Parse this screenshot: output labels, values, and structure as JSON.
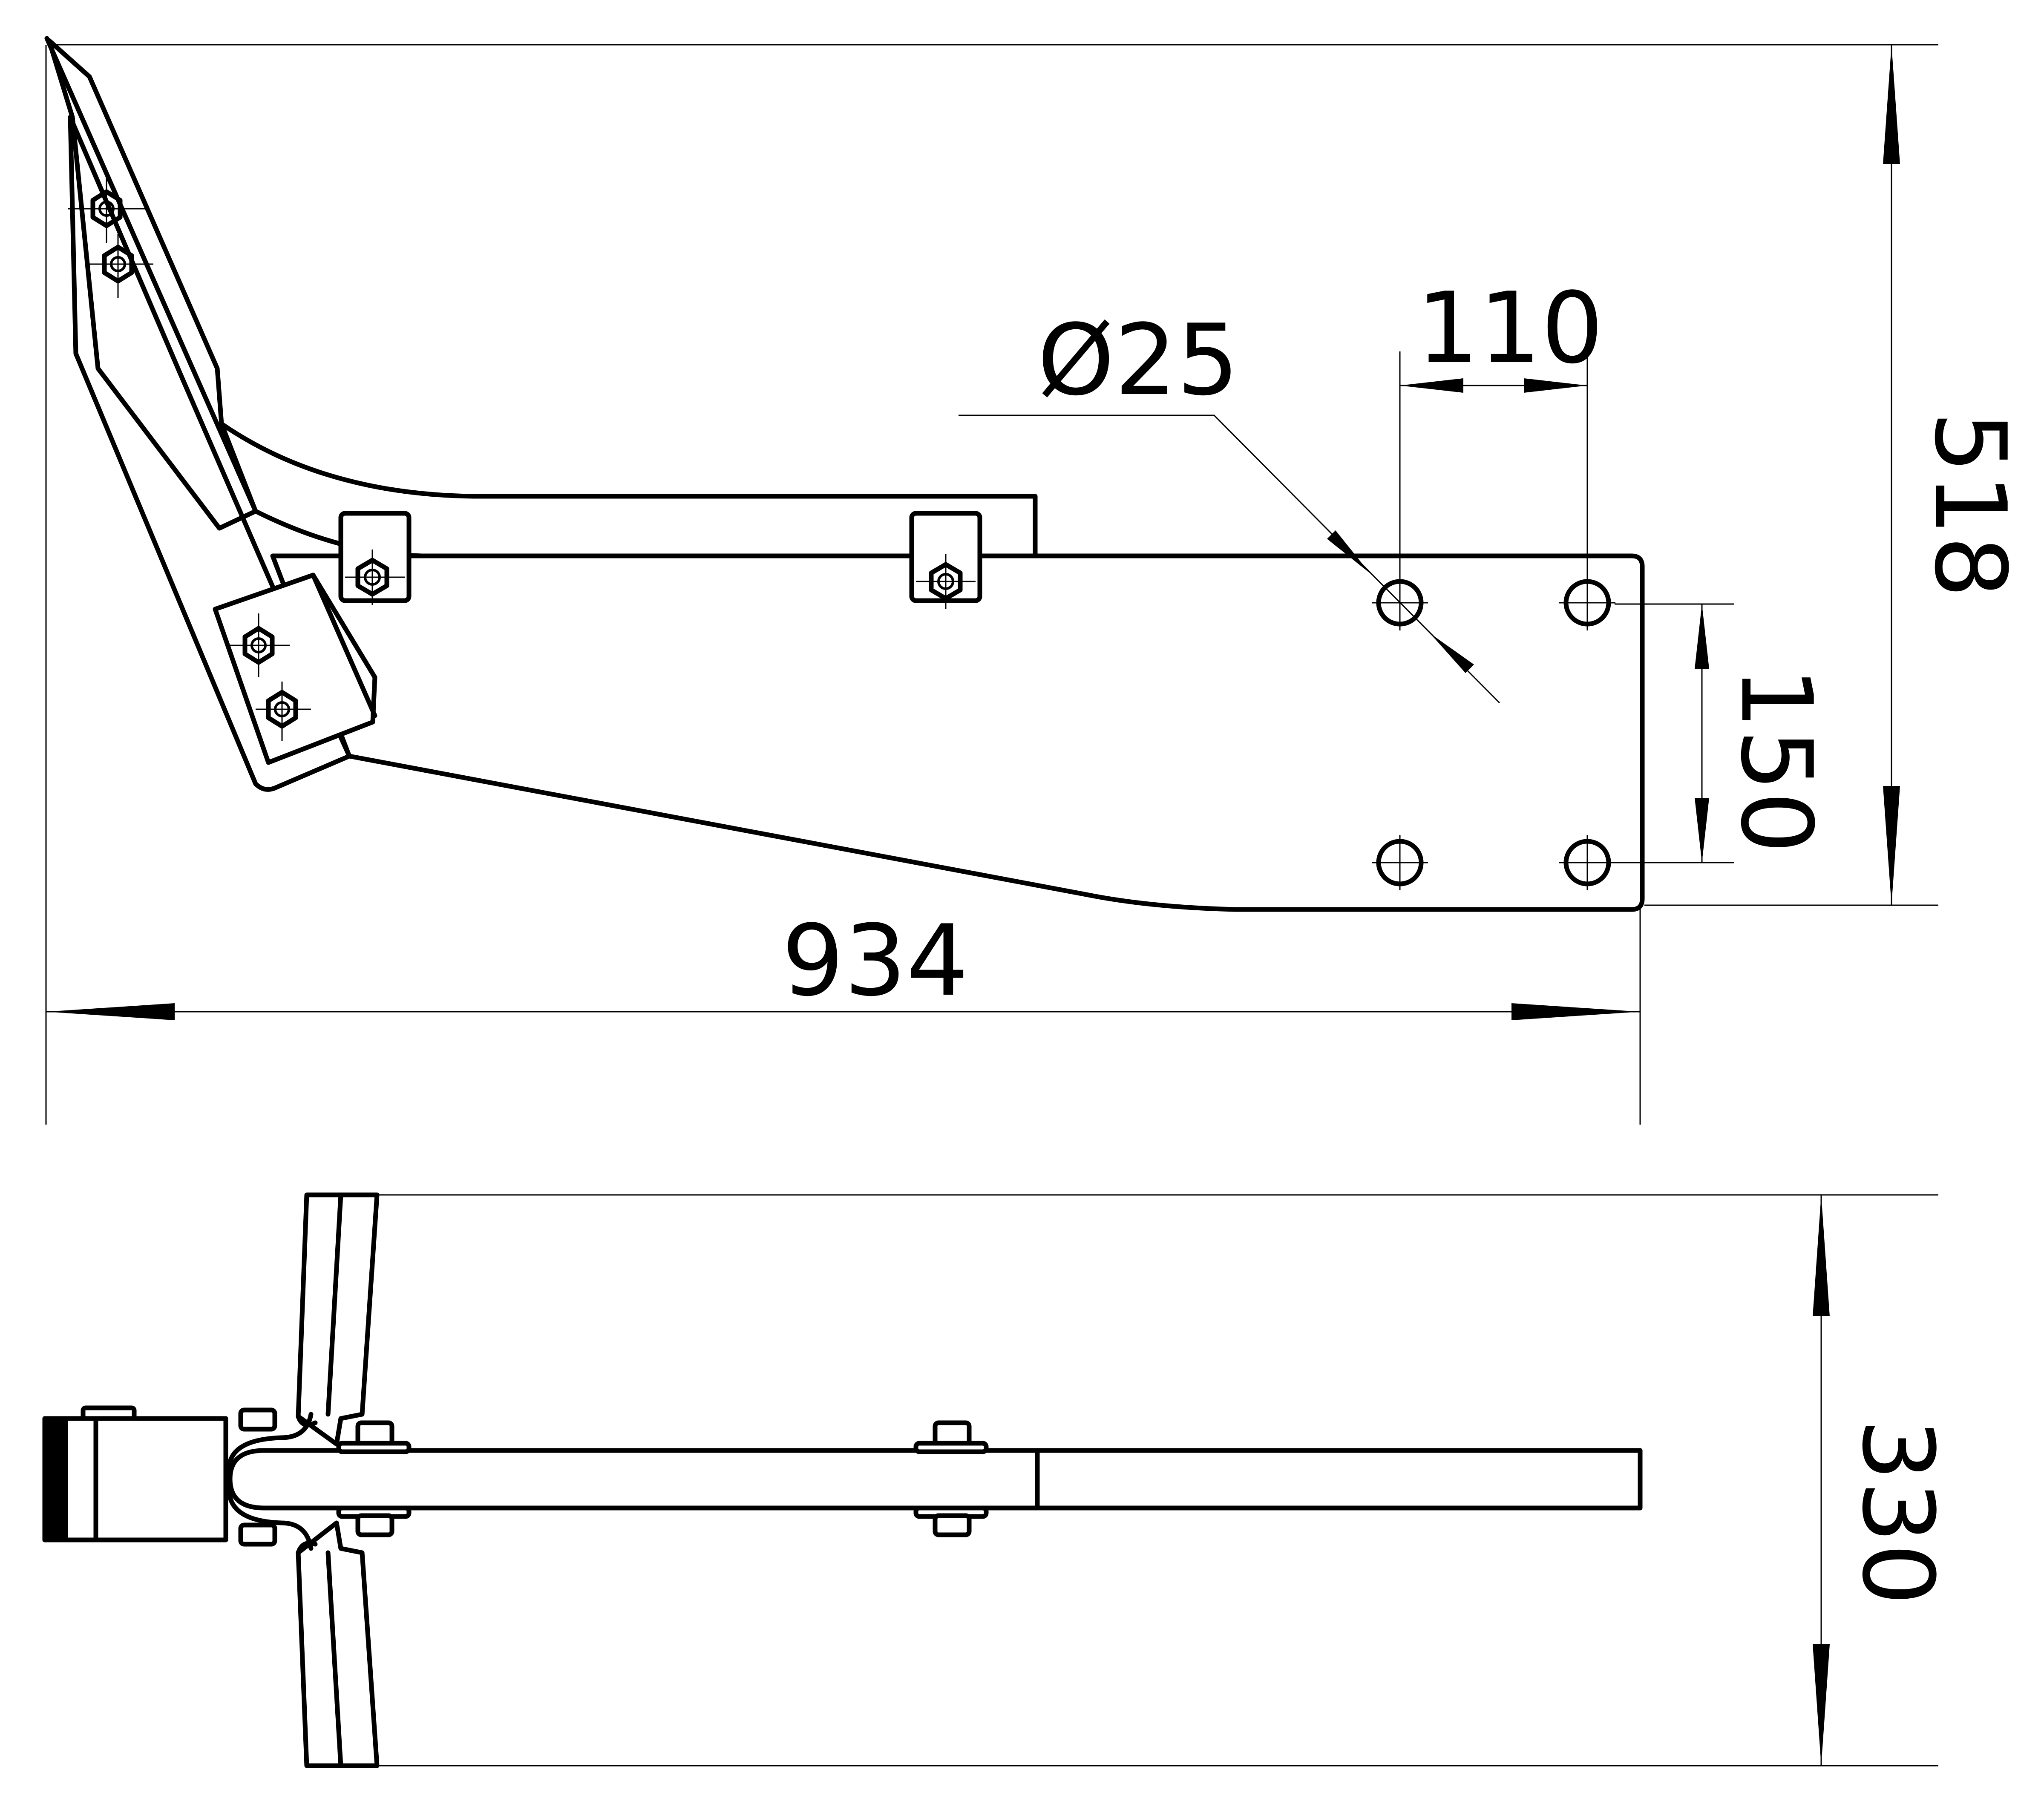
{
  "drawing": {
    "colors": {
      "line": "#000000",
      "background": "#ffffff"
    },
    "dimensions": {
      "hole_diameter": "Ø25",
      "hole_spacing_horizontal": "110",
      "hole_spacing_vertical": "150",
      "total_height": "518",
      "total_length": "934",
      "total_width": "330"
    }
  }
}
